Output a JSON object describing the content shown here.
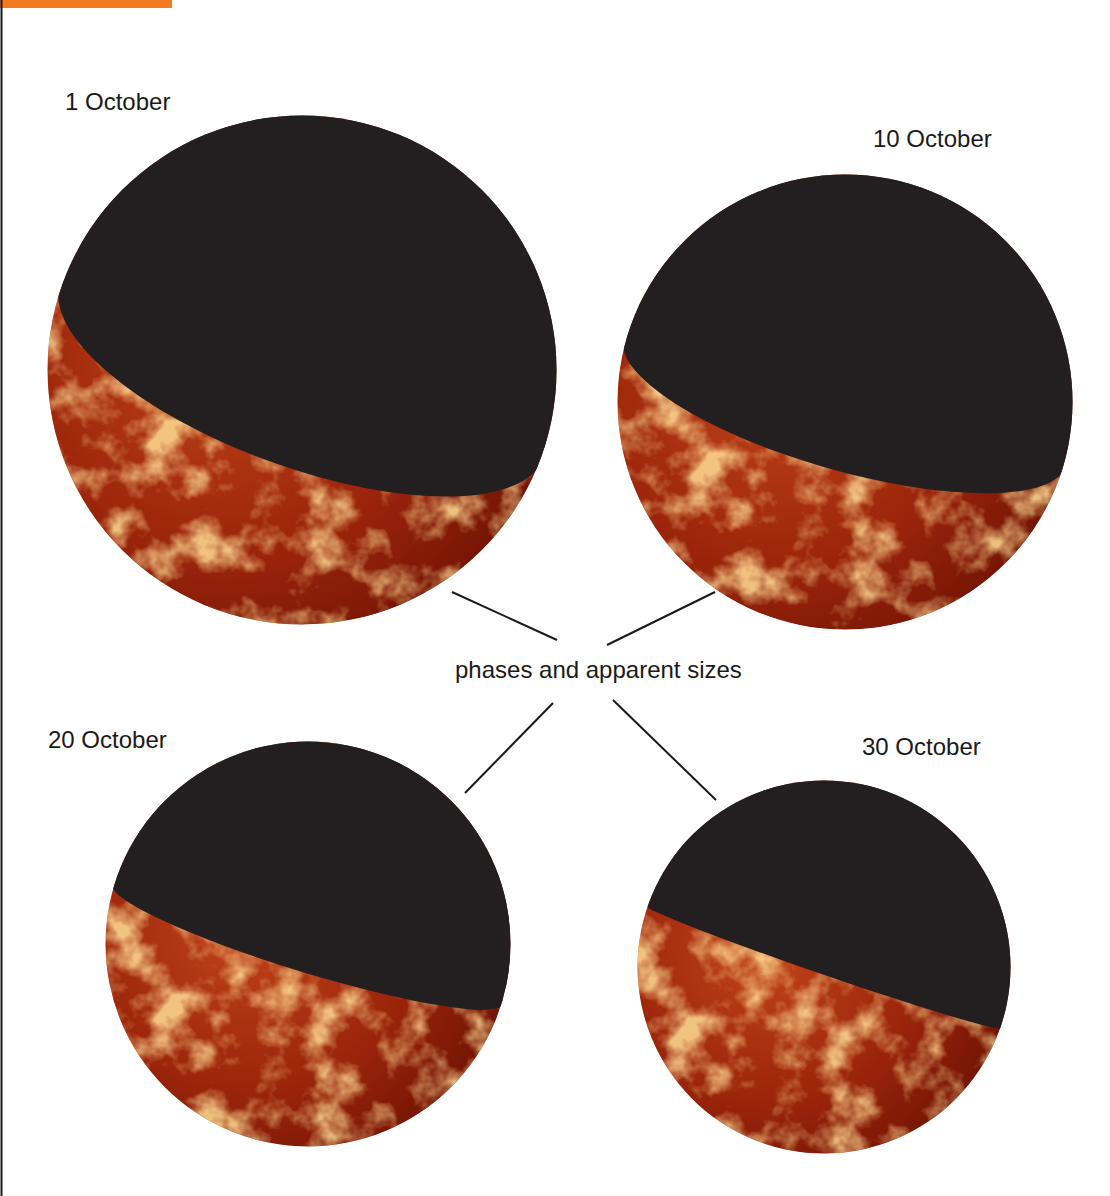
{
  "diagram": {
    "nodes": [
      {
        "text": [
          "1 October"
        ]
      },
      {
        "text": [
          "10 October"
        ]
      },
      {
        "text": [
          "20 October"
        ]
      },
      {
        "text": [
          "30 October"
        ]
      }
    ],
    "labels": [
      "phases and apparent sizes"
    ]
  }
}
